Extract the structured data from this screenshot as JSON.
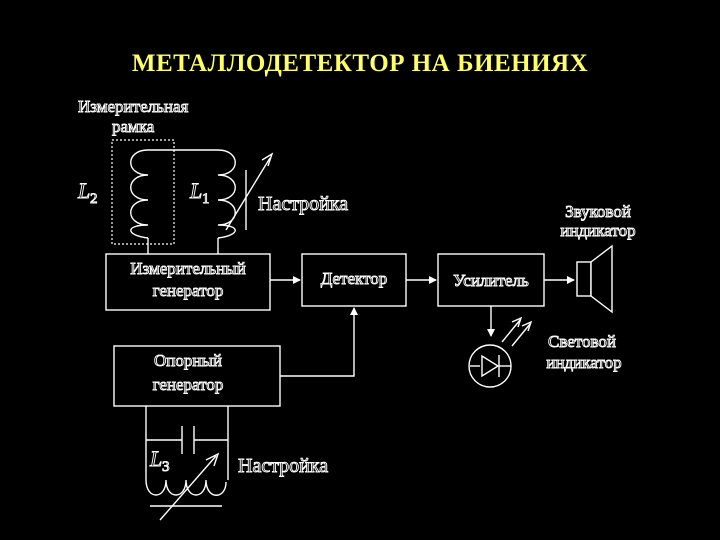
{
  "title": "МЕТАЛЛОДЕТЕКТОР НА БИЕНИЯХ",
  "labels": {
    "frame_line1": "Измерительная",
    "frame_line2": "рамка",
    "coil_l2": "L",
    "coil_l2_sub": "2",
    "coil_l1": "L",
    "coil_l1_sub": "1",
    "coil_l3": "L",
    "coil_l3_sub": "3",
    "tuning_top": "Настройка",
    "tuning_bottom": "Настройка",
    "sound_line1": "Звуковой",
    "sound_line2": "индикатор",
    "light_line1": "Световой",
    "light_line2": "индикатор"
  },
  "blocks": {
    "meas_gen_line1": "Измерительный",
    "meas_gen_line2": "генератор",
    "detector": "Детектор",
    "amplifier": "Усилитель",
    "ref_gen_line1": "Опорный",
    "ref_gen_line2": "генератор"
  },
  "colors": {
    "title": "#ffff66",
    "lines": "#ffffff",
    "background": "#000000"
  }
}
